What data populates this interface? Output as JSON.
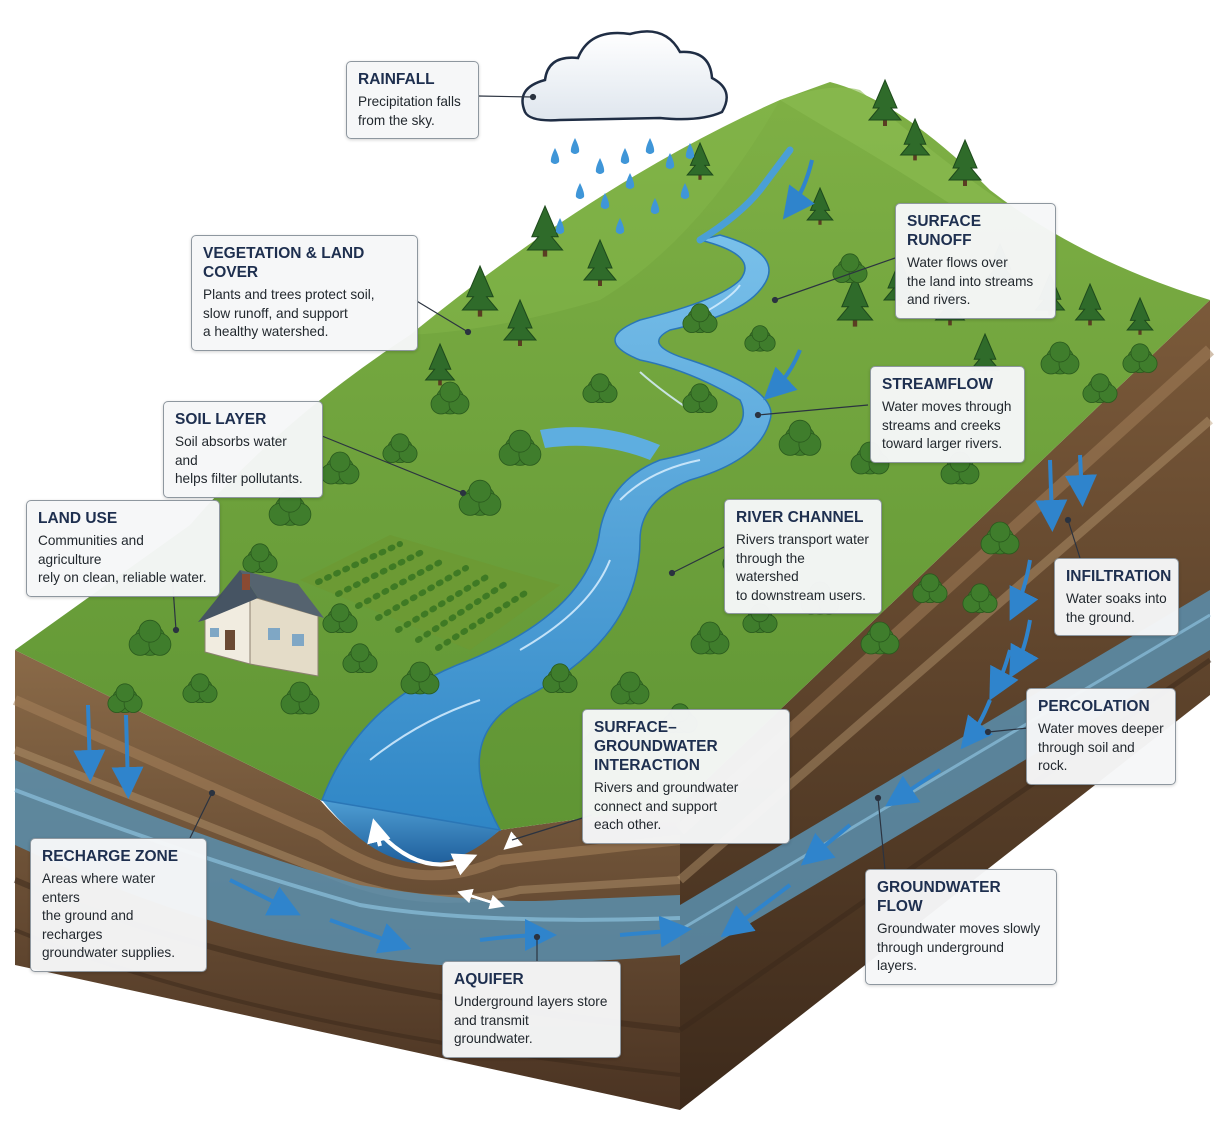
{
  "callouts": {
    "rainfall": {
      "title": "RAINFALL",
      "text": "Precipitation falls\nfrom the sky."
    },
    "vegetation": {
      "title": "VEGETATION & LAND COVER",
      "text": "Plants and trees protect soil,\nslow runoff, and support\na healthy watershed."
    },
    "soil": {
      "title": "SOIL LAYER",
      "text": "Soil absorbs water and\nhelps filter pollutants."
    },
    "land_use": {
      "title": "LAND USE",
      "text": "Communities and agriculture\nrely on clean, reliable water."
    },
    "surface_runoff": {
      "title": "SURFACE RUNOFF",
      "text": "Water flows over\nthe land into streams\nand rivers."
    },
    "streamflow": {
      "title": "STREAMFLOW",
      "text": "Water moves through\nstreams and creeks\ntoward larger rivers."
    },
    "river_channel": {
      "title": "RIVER CHANNEL",
      "text": "Rivers transport water\nthrough the watershed\nto downstream users."
    },
    "infiltration": {
      "title": "INFILTRATION",
      "text": "Water soaks into\nthe ground."
    },
    "percolation": {
      "title": "PERCOLATION",
      "text": "Water moves deeper\nthrough soil and rock."
    },
    "interaction": {
      "title": "SURFACE–GROUNDWATER\nINTERACTION",
      "text": "Rivers and groundwater\nconnect and support\neach other."
    },
    "recharge": {
      "title": "RECHARGE ZONE",
      "text": "Areas where water enters\nthe ground and recharges\ngroundwater supplies."
    },
    "groundwater_flow": {
      "title": "GROUNDWATER FLOW",
      "text": "Groundwater moves slowly\nthrough underground layers."
    },
    "aquifer": {
      "title": "AQUIFER",
      "text": "Underground layers store\nand transmit groundwater."
    }
  },
  "colors": {
    "grass": "#74a53c",
    "grass_dark": "#4f8a2c",
    "river": "#4a9fd6",
    "soil": "#7a5a3c",
    "groundwater": "#5e93b5",
    "label_title": "#1e2f4f"
  }
}
